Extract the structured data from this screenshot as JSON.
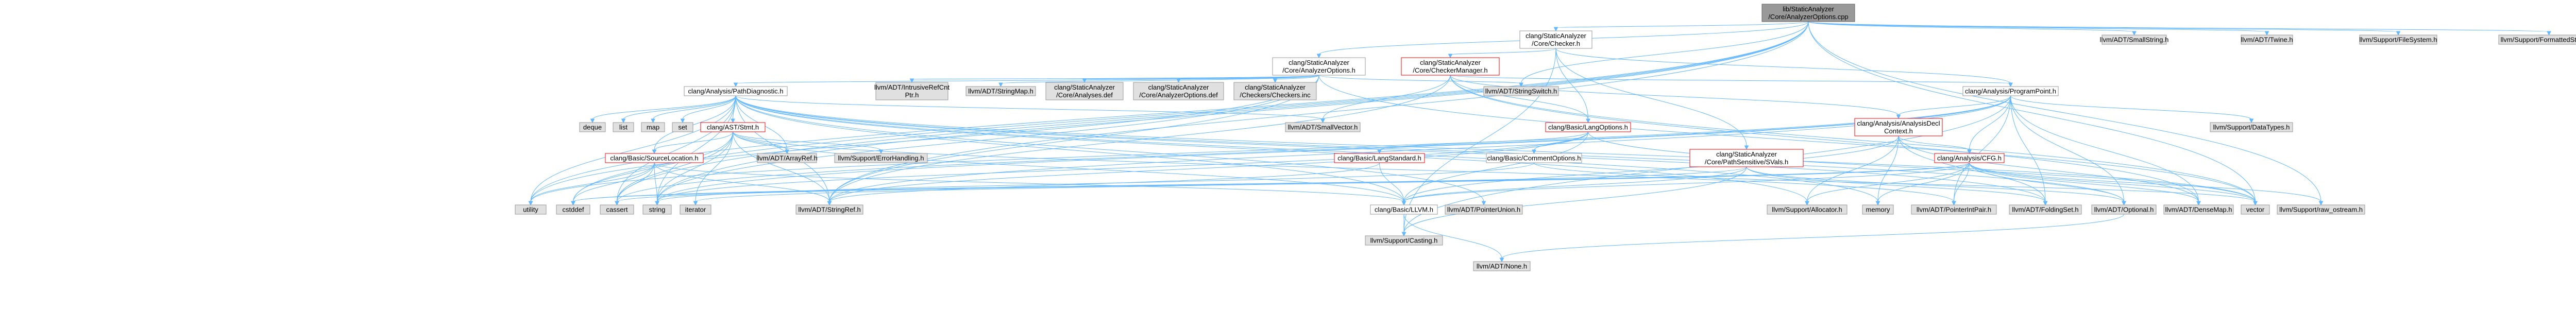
{
  "colors": {
    "edge": "#63b8ff",
    "root_fill": "#999999",
    "root_stroke": "#666666",
    "node_fill": "#ffffff",
    "node_stroke": "#999999",
    "external_fill": "#e0e0e0",
    "highlight_stroke": "#ff0000"
  },
  "nodes": [
    {
      "id": "root",
      "lines": [
        "lib/StaticAnalyzer",
        "/Core/AnalyzerOptions.cpp"
      ],
      "style": "root"
    },
    {
      "id": "checker",
      "lines": [
        "clang/StaticAnalyzer",
        "/Core/Checker.h"
      ],
      "style": "plain"
    },
    {
      "id": "smallstring",
      "lines": [
        "llvm/ADT/SmallString.h"
      ],
      "style": "grey"
    },
    {
      "id": "twine",
      "lines": [
        "llvm/ADT/Twine.h"
      ],
      "style": "grey"
    },
    {
      "id": "filesystem",
      "lines": [
        "llvm/Support/FileSystem.h"
      ],
      "style": "grey"
    },
    {
      "id": "formattedstream",
      "lines": [
        "llvm/Support/FormattedStream.h"
      ],
      "style": "grey"
    },
    {
      "id": "analyzeroptions",
      "lines": [
        "clang/StaticAnalyzer",
        "/Core/AnalyzerOptions.h"
      ],
      "style": "plain"
    },
    {
      "id": "checkermanager",
      "lines": [
        "clang/StaticAnalyzer",
        "/Core/CheckerManager.h"
      ],
      "style": "red"
    },
    {
      "id": "pathdiagnostic",
      "lines": [
        "clang/Analysis/PathDiagnostic.h"
      ],
      "style": "plain"
    },
    {
      "id": "intrusiverefcntptr",
      "lines": [
        "llvm/ADT/IntrusiveRefCnt",
        "Ptr.h"
      ],
      "style": "grey"
    },
    {
      "id": "stringmap",
      "lines": [
        "llvm/ADT/StringMap.h"
      ],
      "style": "grey"
    },
    {
      "id": "analysesdef",
      "lines": [
        "clang/StaticAnalyzer",
        "/Core/Analyses.def"
      ],
      "style": "grey"
    },
    {
      "id": "analyzeroptionsdef",
      "lines": [
        "clang/StaticAnalyzer",
        "/Core/AnalyzerOptions.def"
      ],
      "style": "grey"
    },
    {
      "id": "checkersinc",
      "lines": [
        "clang/StaticAnalyzer",
        "/Checkers/Checkers.inc"
      ],
      "style": "grey"
    },
    {
      "id": "stringswitch",
      "lines": [
        "llvm/ADT/StringSwitch.h"
      ],
      "style": "grey"
    },
    {
      "id": "programpoint",
      "lines": [
        "clang/Analysis/ProgramPoint.h"
      ],
      "style": "plain"
    },
    {
      "id": "deque",
      "lines": [
        "deque"
      ],
      "style": "grey"
    },
    {
      "id": "list",
      "lines": [
        "list"
      ],
      "style": "grey"
    },
    {
      "id": "map",
      "lines": [
        "map"
      ],
      "style": "grey"
    },
    {
      "id": "set",
      "lines": [
        "set"
      ],
      "style": "grey"
    },
    {
      "id": "stmt",
      "lines": [
        "clang/AST/Stmt.h"
      ],
      "style": "red"
    },
    {
      "id": "smallvector",
      "lines": [
        "llvm/ADT/SmallVector.h"
      ],
      "style": "grey"
    },
    {
      "id": "langoptions",
      "lines": [
        "clang/Basic/LangOptions.h"
      ],
      "style": "red"
    },
    {
      "id": "analysisdeclcontext",
      "lines": [
        "clang/Analysis/AnalysisDecl",
        "Context.h"
      ],
      "style": "red"
    },
    {
      "id": "datatypes",
      "lines": [
        "llvm/Support/DataTypes.h"
      ],
      "style": "grey"
    },
    {
      "id": "sourcelocation",
      "lines": [
        "clang/Basic/SourceLocation.h"
      ],
      "style": "red"
    },
    {
      "id": "arrayref",
      "lines": [
        "llvm/ADT/ArrayRef.h"
      ],
      "style": "grey"
    },
    {
      "id": "errorhandling",
      "lines": [
        "llvm/Support/ErrorHandling.h"
      ],
      "style": "grey"
    },
    {
      "id": "langstandard",
      "lines": [
        "clang/Basic/LangStandard.h"
      ],
      "style": "red"
    },
    {
      "id": "commentoptions",
      "lines": [
        "clang/Basic/CommentOptions.h"
      ],
      "style": "plain"
    },
    {
      "id": "pathsensitivevals",
      "lines": [
        "clang/StaticAnalyzer",
        "/Core/PathSensitive/SVals.h"
      ],
      "style": "red"
    },
    {
      "id": "cfg",
      "lines": [
        "clang/Analysis/CFG.h"
      ],
      "style": "red"
    },
    {
      "id": "utility",
      "lines": [
        "utility"
      ],
      "style": "grey"
    },
    {
      "id": "cstddef",
      "lines": [
        "cstddef"
      ],
      "style": "grey"
    },
    {
      "id": "cassert",
      "lines": [
        "cassert"
      ],
      "style": "grey"
    },
    {
      "id": "string",
      "lines": [
        "string"
      ],
      "style": "grey"
    },
    {
      "id": "iterator",
      "lines": [
        "iterator"
      ],
      "style": "grey"
    },
    {
      "id": "stringref",
      "lines": [
        "llvm/ADT/StringRef.h"
      ],
      "style": "grey"
    },
    {
      "id": "llvm_h",
      "lines": [
        "clang/Basic/LLVM.h"
      ],
      "style": "plain"
    },
    {
      "id": "pointerunion",
      "lines": [
        "llvm/ADT/PointerUnion.h"
      ],
      "style": "grey"
    },
    {
      "id": "allocator",
      "lines": [
        "llvm/Support/Allocator.h"
      ],
      "style": "grey"
    },
    {
      "id": "memory",
      "lines": [
        "memory"
      ],
      "style": "grey"
    },
    {
      "id": "pointerintpair",
      "lines": [
        "llvm/ADT/PointerIntPair.h"
      ],
      "style": "grey"
    },
    {
      "id": "foldingset",
      "lines": [
        "llvm/ADT/FoldingSet.h"
      ],
      "style": "grey"
    },
    {
      "id": "optional",
      "lines": [
        "llvm/ADT/Optional.h"
      ],
      "style": "grey"
    },
    {
      "id": "densemap",
      "lines": [
        "llvm/ADT/DenseMap.h"
      ],
      "style": "grey"
    },
    {
      "id": "vector",
      "lines": [
        "vector"
      ],
      "style": "grey"
    },
    {
      "id": "raw_ostream",
      "lines": [
        "llvm/Support/raw_ostream.h"
      ],
      "style": "grey"
    },
    {
      "id": "casting",
      "lines": [
        "llvm/Support/Casting.h"
      ],
      "style": "grey"
    },
    {
      "id": "none",
      "lines": [
        "llvm/ADT/None.h"
      ],
      "style": "grey"
    }
  ],
  "edges": [
    [
      "root",
      "checker"
    ],
    [
      "root",
      "smallstring"
    ],
    [
      "root",
      "twine"
    ],
    [
      "root",
      "filesystem"
    ],
    [
      "root",
      "formattedstream"
    ],
    [
      "root",
      "analyzeroptions"
    ],
    [
      "root",
      "stringswitch"
    ],
    [
      "root",
      "raw_ostream"
    ],
    [
      "root",
      "utility"
    ],
    [
      "root",
      "cstddef"
    ],
    [
      "root",
      "cassert"
    ],
    [
      "root",
      "vector"
    ],
    [
      "root",
      "stringref"
    ],
    [
      "root",
      "string"
    ],
    [
      "checker",
      "checkermanager"
    ],
    [
      "checker",
      "programpoint"
    ],
    [
      "checker",
      "langoptions"
    ],
    [
      "checker",
      "pathsensitivevals"
    ],
    [
      "checker",
      "casting"
    ],
    [
      "analyzeroptions",
      "pathdiagnostic"
    ],
    [
      "analyzeroptions",
      "intrusiverefcntptr"
    ],
    [
      "analyzeroptions",
      "stringmap"
    ],
    [
      "analyzeroptions",
      "analysesdef"
    ],
    [
      "analyzeroptions",
      "analyzeroptionsdef"
    ],
    [
      "analyzeroptions",
      "checkersinc"
    ],
    [
      "analyzeroptions",
      "stringswitch"
    ],
    [
      "analyzeroptions",
      "stringref"
    ],
    [
      "analyzeroptions",
      "string"
    ],
    [
      "analyzeroptions",
      "utility"
    ],
    [
      "analyzeroptions",
      "vector"
    ],
    [
      "checkermanager",
      "programpoint"
    ],
    [
      "checkermanager",
      "langoptions"
    ],
    [
      "checkermanager",
      "analysisdeclcontext"
    ],
    [
      "checkermanager",
      "smallvector"
    ],
    [
      "checkermanager",
      "densemap"
    ],
    [
      "checkermanager",
      "stringref"
    ],
    [
      "checkermanager",
      "vector"
    ],
    [
      "pathdiagnostic",
      "deque"
    ],
    [
      "pathdiagnostic",
      "list"
    ],
    [
      "pathdiagnostic",
      "map"
    ],
    [
      "pathdiagnostic",
      "set"
    ],
    [
      "pathdiagnostic",
      "stmt"
    ],
    [
      "pathdiagnostic",
      "smallvector"
    ],
    [
      "pathdiagnostic",
      "sourcelocation"
    ],
    [
      "pathdiagnostic",
      "llvm_h"
    ],
    [
      "pathdiagnostic",
      "arrayref"
    ],
    [
      "pathdiagnostic",
      "foldingset"
    ],
    [
      "pathdiagnostic",
      "optional"
    ],
    [
      "pathdiagnostic",
      "pointerunion"
    ],
    [
      "pathdiagnostic",
      "stringref"
    ],
    [
      "pathdiagnostic",
      "allocator"
    ],
    [
      "pathdiagnostic",
      "cassert"
    ],
    [
      "pathdiagnostic",
      "memory"
    ],
    [
      "pathdiagnostic",
      "string"
    ],
    [
      "pathdiagnostic",
      "utility"
    ],
    [
      "pathdiagnostic",
      "vector"
    ],
    [
      "programpoint",
      "analysisdeclcontext"
    ],
    [
      "programpoint",
      "cfg"
    ],
    [
      "programpoint",
      "datatypes"
    ],
    [
      "programpoint",
      "densemap"
    ],
    [
      "programpoint",
      "foldingset"
    ],
    [
      "programpoint",
      "optional"
    ],
    [
      "programpoint",
      "pointerintpair"
    ],
    [
      "programpoint",
      "stringref"
    ],
    [
      "programpoint",
      "casting"
    ],
    [
      "programpoint",
      "cassert"
    ],
    [
      "programpoint",
      "string"
    ],
    [
      "programpoint",
      "utility"
    ],
    [
      "stmt",
      "sourcelocation"
    ],
    [
      "stmt",
      "llvm_h"
    ],
    [
      "stmt",
      "arrayref"
    ],
    [
      "stmt",
      "errorhandling"
    ],
    [
      "stmt",
      "stringref"
    ],
    [
      "stmt",
      "pointerintpair"
    ],
    [
      "stmt",
      "iterator"
    ],
    [
      "stmt",
      "cassert"
    ],
    [
      "stmt",
      "cstddef"
    ],
    [
      "stmt",
      "string"
    ],
    [
      "langoptions",
      "commentoptions"
    ],
    [
      "langoptions",
      "langstandard"
    ],
    [
      "langoptions",
      "llvm_h"
    ],
    [
      "langoptions",
      "stringref"
    ],
    [
      "langoptions",
      "string"
    ],
    [
      "langoptions",
      "vector"
    ],
    [
      "analysisdeclcontext",
      "cfg"
    ],
    [
      "analysisdeclcontext",
      "llvm_h"
    ],
    [
      "analysisdeclcontext",
      "densemap"
    ],
    [
      "analysisdeclcontext",
      "foldingset"
    ],
    [
      "analysisdeclcontext",
      "allocator"
    ],
    [
      "analysisdeclcontext",
      "memory"
    ],
    [
      "sourcelocation",
      "llvm_h"
    ],
    [
      "sourcelocation",
      "stringref"
    ],
    [
      "sourcelocation",
      "cassert"
    ],
    [
      "sourcelocation",
      "cstddef"
    ],
    [
      "sourcelocation",
      "string"
    ],
    [
      "sourcelocation",
      "utility"
    ],
    [
      "langstandard",
      "llvm_h"
    ],
    [
      "langstandard",
      "stringref"
    ],
    [
      "commentoptions",
      "string"
    ],
    [
      "commentoptions",
      "vector"
    ],
    [
      "pathsensitivevals",
      "llvm_h"
    ],
    [
      "pathsensitivevals",
      "foldingset"
    ],
    [
      "pathsensitivevals",
      "casting"
    ],
    [
      "pathsensitivevals",
      "optional"
    ],
    [
      "pathsensitivevals",
      "cstddef"
    ],
    [
      "cfg",
      "llvm_h"
    ],
    [
      "cfg",
      "pointerintpair"
    ],
    [
      "cfg",
      "densemap"
    ],
    [
      "cfg",
      "optional"
    ],
    [
      "cfg",
      "allocator"
    ],
    [
      "cfg",
      "raw_ostream"
    ],
    [
      "cfg",
      "memory"
    ],
    [
      "cfg",
      "iterator"
    ],
    [
      "cfg",
      "cstddef"
    ],
    [
      "cfg",
      "cassert"
    ],
    [
      "cfg",
      "vector"
    ],
    [
      "llvm_h",
      "casting"
    ],
    [
      "llvm_h",
      "none"
    ],
    [
      "optional",
      "none"
    ]
  ]
}
